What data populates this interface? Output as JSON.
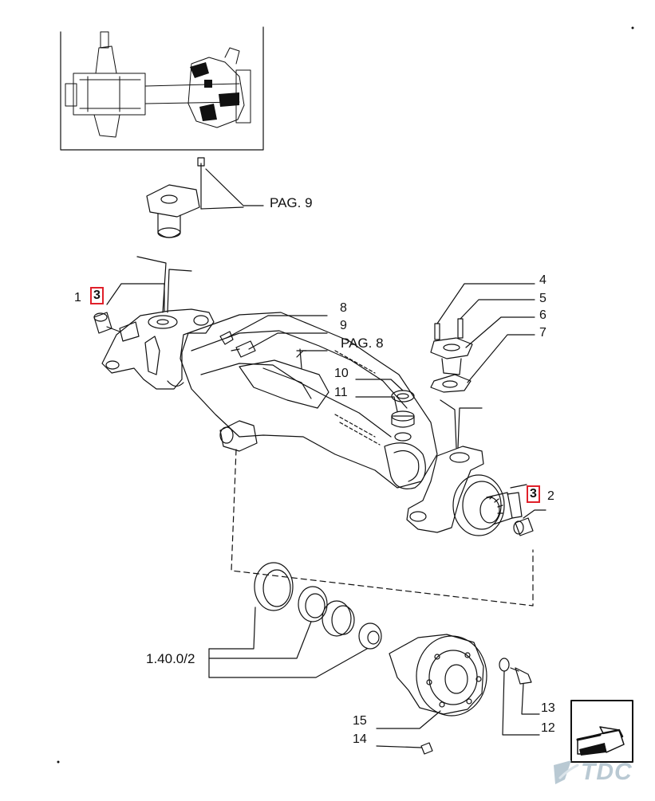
{
  "callouts": {
    "c1": "1",
    "c2": "2",
    "c3a": "3",
    "c3b": "3",
    "c4": "4",
    "c5": "5",
    "c6": "6",
    "c7": "7",
    "c8": "8",
    "c9": "9",
    "c10": "10",
    "c11": "11",
    "c12": "12",
    "c13": "13",
    "c14": "14",
    "c15": "15"
  },
  "refs": {
    "pag9": "PAG. 9",
    "pag8": "PAG. 8",
    "sec": "1.40.0/2"
  },
  "logo": {
    "text": "TDC",
    "color": "#b9c9d3"
  },
  "highlight_color": "#e0202a",
  "icons": [
    "next-page-arrow-icon",
    "tdc-logo-icon"
  ]
}
